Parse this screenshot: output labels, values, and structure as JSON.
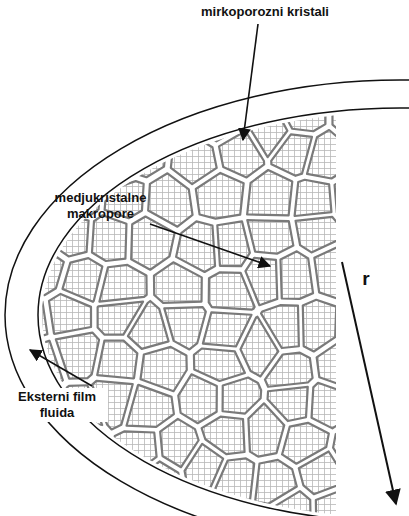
{
  "diagram": {
    "labels": [
      "mirkoporozni kristali",
      "medjukristalne makropore",
      "Eksterni film fluida",
      "r"
    ]
  }
}
